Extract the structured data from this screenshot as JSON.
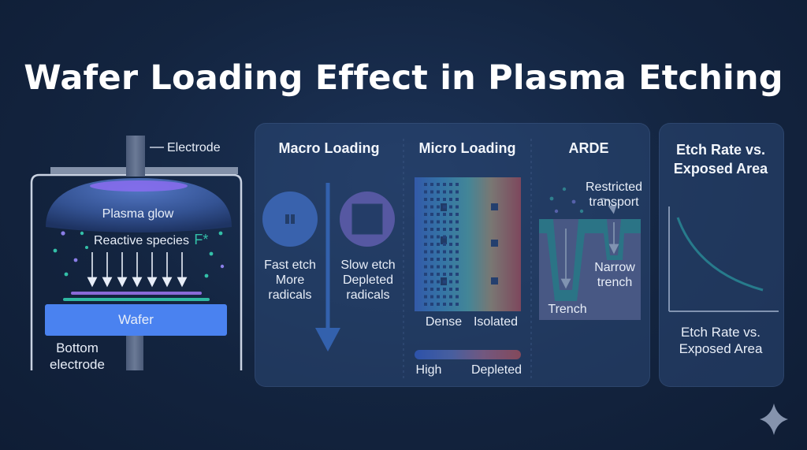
{
  "title": "Wafer Loading Effect in Plasma Etching",
  "chamber": {
    "electrode_label": "Electrode",
    "plasma_label": "Plasma glow",
    "species_label": "Reactive species",
    "species_symbol": "F*",
    "wafer_label": "Wafer",
    "bottom_electrode_label_1": "Bottom",
    "bottom_electrode_label_2": "electrode"
  },
  "macro": {
    "heading": "Macro Loading",
    "fast_1": "Fast etch",
    "fast_2": "More",
    "fast_3": "radicals",
    "slow_1": "Slow etch",
    "slow_2": "Depleted",
    "slow_3": "radicals"
  },
  "micro": {
    "heading": "Micro Loading",
    "dense": "Dense",
    "isolated": "Isolated",
    "scale_high": "High",
    "scale_depleted": "Depleted"
  },
  "arde": {
    "heading": "ARDE",
    "restricted_1": "Restricted",
    "restricted_2": "transport",
    "narrow_1": "Narrow",
    "narrow_2": "trench",
    "trench": "Trench"
  },
  "graph": {
    "heading_1": "Etch Rate vs.",
    "heading_2": "Exposed Area",
    "caption_1": "Etch Rate vs.",
    "caption_2": "Exposed Area"
  },
  "colors": {
    "accent_blue": "#4a82f0",
    "accent_purple": "#8a6ad8",
    "teal_curve": "#22b8a6",
    "background": "#13243f"
  }
}
